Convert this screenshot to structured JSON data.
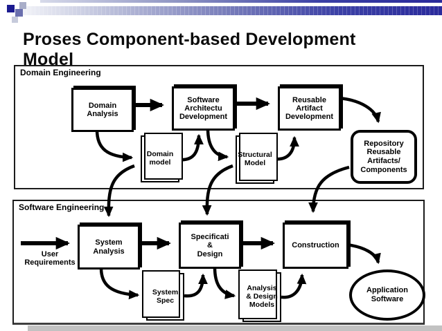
{
  "title": "Proses Component-based Development\nModel",
  "colors": {
    "bar_blue_dark": "#2a2a9c",
    "square_navy": "#1b1b90",
    "square_medium": "#6a6fae",
    "square_light": "#a9aec9",
    "square_pale": "#c6cadb",
    "diagram_ink": "#000000"
  },
  "domain_engineering": {
    "label": "Domain Engineering",
    "nodes": {
      "domain_analysis": {
        "label": "Domain\nAnalysis",
        "type": "process"
      },
      "software_architecture_development": {
        "label": "Software\nArchitectu\nDevelopment",
        "type": "process"
      },
      "reusable_artifact_development": {
        "label": "Reusable\nArtifact\nDevelopment",
        "type": "process"
      },
      "domain_model": {
        "label": "Domain\nmodel",
        "type": "document"
      },
      "structural_model": {
        "label": "Structural\nModel",
        "type": "document"
      },
      "repository": {
        "label": "Repository\nReusable\nArtifacts/\nComponents",
        "type": "repository"
      }
    }
  },
  "software_engineering": {
    "label": "Software Engineering",
    "input_label": "User\nRequirements",
    "nodes": {
      "system_analysis": {
        "label": "System\nAnalysis",
        "type": "process"
      },
      "specification_design": {
        "label": "Specificati\n&\nDesign",
        "type": "process"
      },
      "construction": {
        "label": "Construction",
        "type": "process"
      },
      "system_spec": {
        "label": "System\nSpec",
        "type": "document"
      },
      "analysis_design_models": {
        "label": "Analysis\n& Design\nModels",
        "type": "document"
      },
      "application_software": {
        "label": "Application\nSoftware",
        "type": "terminator"
      }
    }
  },
  "edges": [
    {
      "from": "domain_analysis",
      "to": "software_architecture_development"
    },
    {
      "from": "software_architecture_development",
      "to": "reusable_artifact_development"
    },
    {
      "from": "domain_analysis",
      "to": "domain_model"
    },
    {
      "from": "domain_model",
      "to": "software_architecture_development"
    },
    {
      "from": "software_architecture_development",
      "to": "structural_model"
    },
    {
      "from": "structural_model",
      "to": "reusable_artifact_development"
    },
    {
      "from": "reusable_artifact_development",
      "to": "repository"
    },
    {
      "from": "repository",
      "to": "construction"
    },
    {
      "from": "domain_model",
      "to": "system_analysis"
    },
    {
      "from": "structural_model",
      "to": "specification_design"
    },
    {
      "from": "user_requirements",
      "to": "system_analysis"
    },
    {
      "from": "system_analysis",
      "to": "specification_design"
    },
    {
      "from": "specification_design",
      "to": "construction"
    },
    {
      "from": "system_analysis",
      "to": "system_spec"
    },
    {
      "from": "system_spec",
      "to": "specification_design"
    },
    {
      "from": "specification_design",
      "to": "analysis_design_models"
    },
    {
      "from": "analysis_design_models",
      "to": "construction"
    },
    {
      "from": "construction",
      "to": "application_software"
    }
  ]
}
